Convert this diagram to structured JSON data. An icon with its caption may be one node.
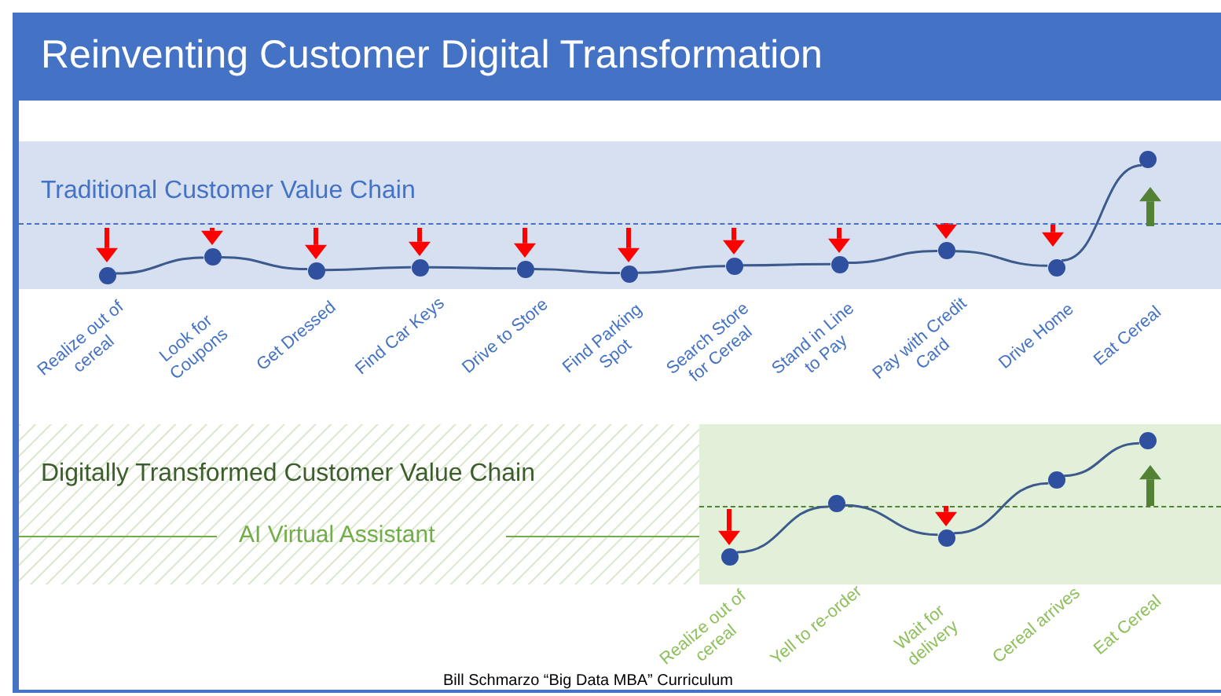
{
  "diagram": {
    "title": "Reinventing Customer Digital Transformation",
    "caption": "Bill Schmarzo “Big Data MBA” Curriculum",
    "nodes": [
      {
        "text": [
          "Traditional Customer Value Chain"
        ]
      },
      {
        "text": [],
        "shape": "circle",
        "in": 0
      },
      {
        "text": [],
        "shape": "circle",
        "in": 0
      },
      {
        "text": [],
        "shape": "circle",
        "in": 0
      },
      {
        "text": [],
        "shape": "circle",
        "in": 0
      },
      {
        "text": [],
        "shape": "circle",
        "in": 0
      },
      {
        "text": [],
        "shape": "circle",
        "in": 0
      },
      {
        "text": [],
        "shape": "circle",
        "in": 0
      },
      {
        "text": [],
        "shape": "circle",
        "in": 0
      },
      {
        "text": [],
        "shape": "circle",
        "in": 0
      },
      {
        "text": [],
        "shape": "circle",
        "in": 0
      },
      {
        "text": [],
        "shape": "circle",
        "in": 0
      },
      {
        "text": [
          "Digitally Transformed Customer Value Chain",
          "AI Virtual Assistant"
        ]
      },
      {
        "text": [],
        "shape": "circle",
        "in": 12
      },
      {
        "text": [],
        "shape": "circle",
        "in": 12
      },
      {
        "text": [],
        "shape": "circle",
        "in": 12
      },
      {
        "text": [],
        "shape": "circle",
        "in": 12
      },
      {
        "text": [],
        "shape": "circle",
        "in": 12
      }
    ],
    "edges": [
      {
        "from": 1,
        "to": 2,
        "arrow": "none"
      },
      {
        "from": 2,
        "to": 3,
        "arrow": "none"
      },
      {
        "from": 3,
        "to": 4,
        "arrow": "none"
      },
      {
        "from": 4,
        "to": 5,
        "arrow": "none"
      },
      {
        "from": 5,
        "to": 6,
        "arrow": "none"
      },
      {
        "from": 6,
        "to": 7,
        "arrow": "none"
      },
      {
        "from": 7,
        "to": 8,
        "arrow": "none"
      },
      {
        "from": 8,
        "to": 9,
        "arrow": "none"
      },
      {
        "from": 9,
        "to": 10,
        "arrow": "none"
      },
      {
        "from": 10,
        "to": 11,
        "arrow": "none"
      },
      {
        "from": 13,
        "to": 14,
        "arrow": "none"
      },
      {
        "from": 14,
        "to": 15,
        "arrow": "none"
      },
      {
        "from": 15,
        "to": 16,
        "arrow": "none"
      },
      {
        "from": 16,
        "to": 17,
        "arrow": "none"
      }
    ],
    "labels": [
      "Realize out of cereal",
      "Look for Coupons",
      "Get Dressed",
      "Find Car Keys",
      "Drive to Store",
      "Find Parking Spot",
      "Search Store for Cereal",
      "Stand in Line to Pay",
      "Pay with Credit Card",
      "Drive Home",
      "Eat Cereal",
      "Realize out of cereal",
      "Yell to re-order",
      "Wait for delivery",
      "Cereal arrives",
      "Eat Cereal"
    ]
  }
}
